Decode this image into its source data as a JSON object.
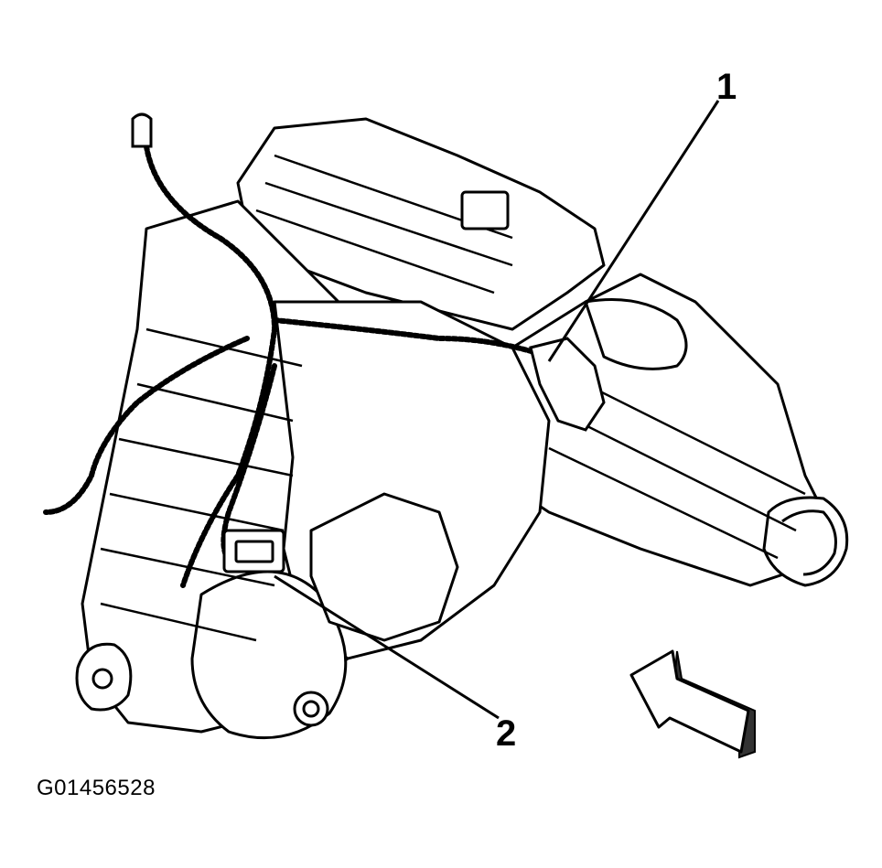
{
  "callouts": [
    {
      "label": "1"
    },
    {
      "label": "2"
    }
  ],
  "figure_id": "G01456528",
  "colors": {
    "ink": "#000000",
    "paper": "#ffffff",
    "arrow_shadow": "#333333"
  },
  "icons": {
    "view_direction": "view-direction-arrow-icon"
  }
}
